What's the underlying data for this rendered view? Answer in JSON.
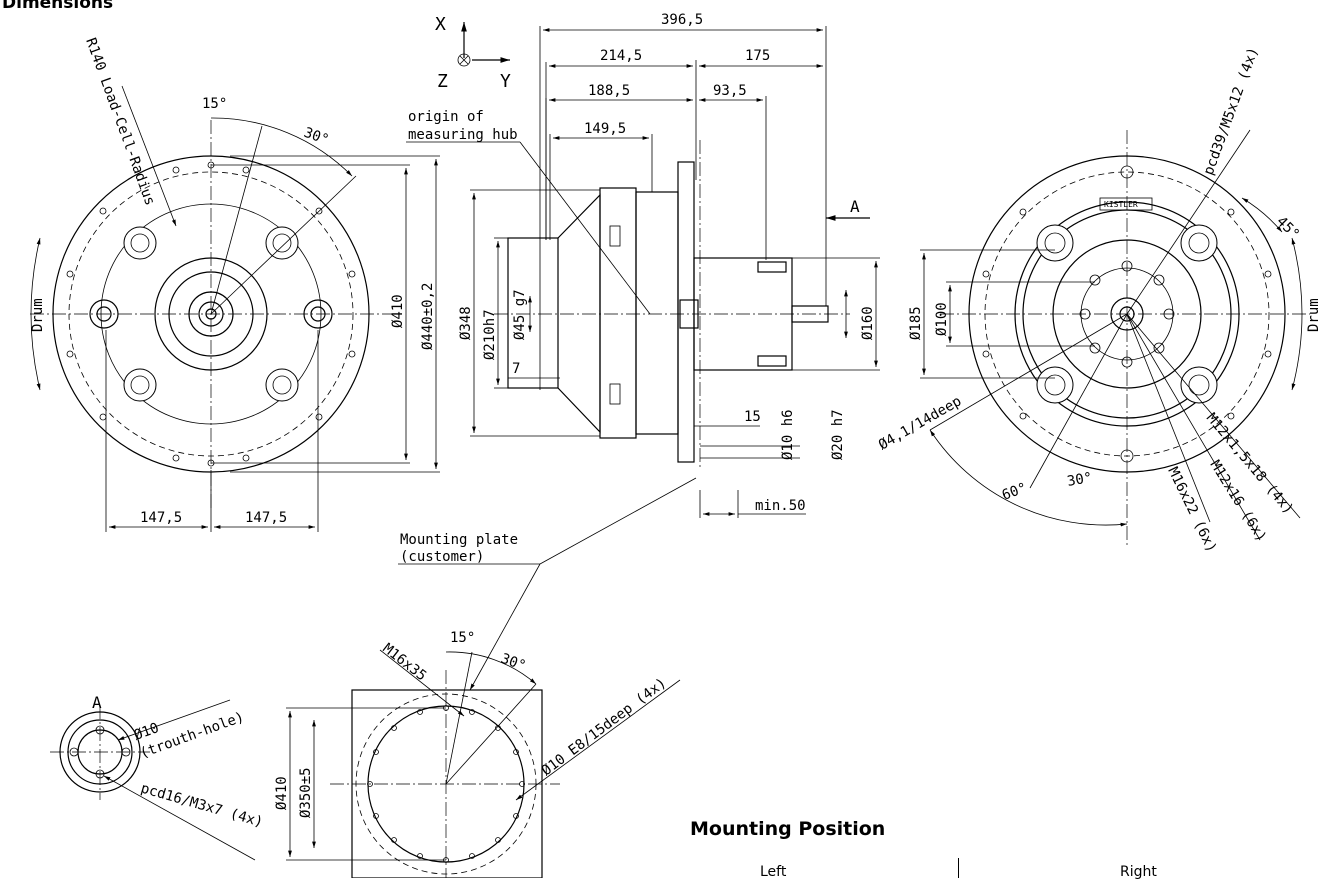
{
  "headings": {
    "dimensions": "Dimensions",
    "mounting_position": "Mounting Position",
    "left": "Left",
    "right": "Right"
  },
  "axes": {
    "x": "X",
    "y": "Y",
    "z": "Z"
  },
  "front_view": {
    "load_cell_radius": "R140 Load-Cell-Radius",
    "angle_15": "15°",
    "angle_30": "30°",
    "dia_410": "Ø410",
    "dia_440": "Ø440±0,2",
    "dim_147_left": "147,5",
    "dim_147_right": "147,5",
    "drum_label": "Drum"
  },
  "side_view": {
    "dim_396": "396,5",
    "dim_214": "214,5",
    "dim_175": "175",
    "dim_188": "188,5",
    "dim_93": "93,5",
    "dim_149": "149,5",
    "origin_line1": "origin of",
    "origin_line2": "measuring hub",
    "section_a": "A",
    "dia_348": "Ø348",
    "dia_210": "Ø210h7",
    "dia_45": "Ø45 g7",
    "dim_7": "7",
    "dim_15": "15",
    "dia_10h6": "Ø10 h6",
    "dia_20h7": "Ø20 h7",
    "dia_160": "Ø160",
    "min_50": "min.50",
    "mounting_plate_line1": "Mounting plate",
    "mounting_plate_line2": "(customer)"
  },
  "rear_view": {
    "pcd39": "pcd39/M5x12 (4x)",
    "angle_45": "45°",
    "dia_185": "Ø185",
    "dia_100": "Ø100",
    "dia_4_1": "Ø4,1/14deep",
    "angle_60": "60°",
    "angle_30": "30°",
    "m16x22": "M16x22 (6x)",
    "m12x16": "M12x16 (6x)",
    "m12x1_5": "M12x1,5x18 (4x)",
    "drum_label": "Drum",
    "brand": "KISTLER"
  },
  "detail_a": {
    "label": "A",
    "dia_10": "Ø10",
    "through_hole": "(trouth-hole)",
    "pcd16": "pcd16/M3x7 (4x)"
  },
  "mounting_plate": {
    "m16x35": "M16x35",
    "angle_15": "15°",
    "angle_30": "30°",
    "dia_10e8": "Ø10 E8/15deep (4x)",
    "dia_410": "Ø410",
    "dia_350": "Ø350±5"
  }
}
